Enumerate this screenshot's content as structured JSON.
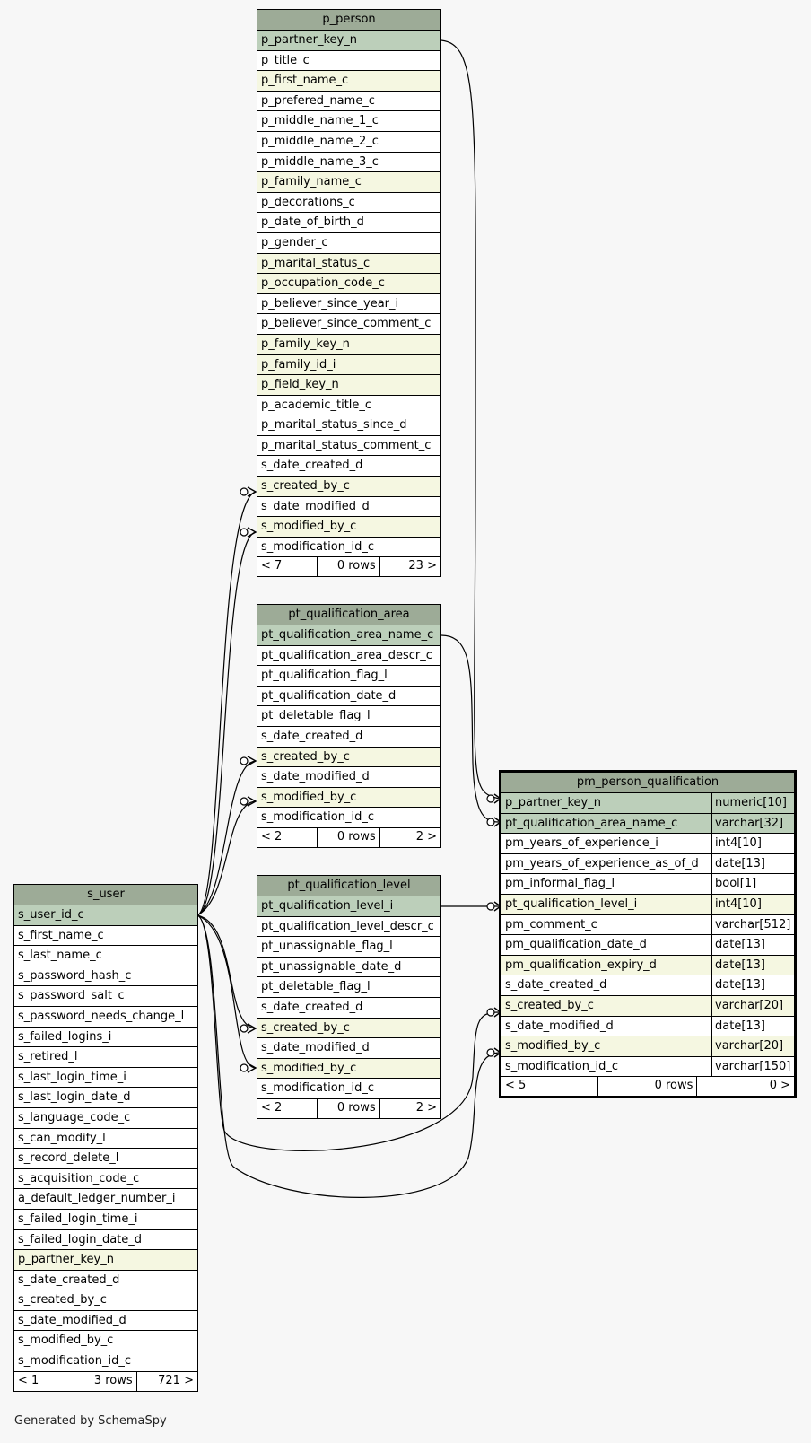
{
  "footer_text": "Generated by SchemaSpy",
  "tables": {
    "p_person": {
      "title": "p_person",
      "rows": [
        {
          "name": "p_partner_key_n",
          "kind": "pk"
        },
        {
          "name": "p_title_c",
          "kind": ""
        },
        {
          "name": "p_first_name_c",
          "kind": "fk"
        },
        {
          "name": "p_prefered_name_c",
          "kind": ""
        },
        {
          "name": "p_middle_name_1_c",
          "kind": ""
        },
        {
          "name": "p_middle_name_2_c",
          "kind": ""
        },
        {
          "name": "p_middle_name_3_c",
          "kind": ""
        },
        {
          "name": "p_family_name_c",
          "kind": "fk"
        },
        {
          "name": "p_decorations_c",
          "kind": ""
        },
        {
          "name": "p_date_of_birth_d",
          "kind": ""
        },
        {
          "name": "p_gender_c",
          "kind": ""
        },
        {
          "name": "p_marital_status_c",
          "kind": "fk"
        },
        {
          "name": "p_occupation_code_c",
          "kind": "fk"
        },
        {
          "name": "p_believer_since_year_i",
          "kind": ""
        },
        {
          "name": "p_believer_since_comment_c",
          "kind": ""
        },
        {
          "name": "p_family_key_n",
          "kind": "fk"
        },
        {
          "name": "p_family_id_i",
          "kind": "fk"
        },
        {
          "name": "p_field_key_n",
          "kind": "fk"
        },
        {
          "name": "p_academic_title_c",
          "kind": ""
        },
        {
          "name": "p_marital_status_since_d",
          "kind": ""
        },
        {
          "name": "p_marital_status_comment_c",
          "kind": ""
        },
        {
          "name": "s_date_created_d",
          "kind": ""
        },
        {
          "name": "s_created_by_c",
          "kind": "fk"
        },
        {
          "name": "s_date_modified_d",
          "kind": ""
        },
        {
          "name": "s_modified_by_c",
          "kind": "fk"
        },
        {
          "name": "s_modification_id_c",
          "kind": ""
        }
      ],
      "footer": [
        "< 7",
        "0 rows",
        "23 >"
      ]
    },
    "pt_qualification_area": {
      "title": "pt_qualification_area",
      "rows": [
        {
          "name": "pt_qualification_area_name_c",
          "kind": "pk"
        },
        {
          "name": "pt_qualification_area_descr_c",
          "kind": ""
        },
        {
          "name": "pt_qualification_flag_l",
          "kind": ""
        },
        {
          "name": "pt_qualification_date_d",
          "kind": ""
        },
        {
          "name": "pt_deletable_flag_l",
          "kind": ""
        },
        {
          "name": "s_date_created_d",
          "kind": ""
        },
        {
          "name": "s_created_by_c",
          "kind": "fk"
        },
        {
          "name": "s_date_modified_d",
          "kind": ""
        },
        {
          "name": "s_modified_by_c",
          "kind": "fk"
        },
        {
          "name": "s_modification_id_c",
          "kind": ""
        }
      ],
      "footer": [
        "< 2",
        "0 rows",
        "2 >"
      ]
    },
    "pt_qualification_level": {
      "title": "pt_qualification_level",
      "rows": [
        {
          "name": "pt_qualification_level_i",
          "kind": "pk"
        },
        {
          "name": "pt_qualification_level_descr_c",
          "kind": ""
        },
        {
          "name": "pt_unassignable_flag_l",
          "kind": ""
        },
        {
          "name": "pt_unassignable_date_d",
          "kind": ""
        },
        {
          "name": "pt_deletable_flag_l",
          "kind": ""
        },
        {
          "name": "s_date_created_d",
          "kind": ""
        },
        {
          "name": "s_created_by_c",
          "kind": "fk"
        },
        {
          "name": "s_date_modified_d",
          "kind": ""
        },
        {
          "name": "s_modified_by_c",
          "kind": "fk"
        },
        {
          "name": "s_modification_id_c",
          "kind": ""
        }
      ],
      "footer": [
        "< 2",
        "0 rows",
        "2 >"
      ]
    },
    "s_user": {
      "title": "s_user",
      "rows": [
        {
          "name": "s_user_id_c",
          "kind": "pk"
        },
        {
          "name": "s_first_name_c",
          "kind": ""
        },
        {
          "name": "s_last_name_c",
          "kind": ""
        },
        {
          "name": "s_password_hash_c",
          "kind": ""
        },
        {
          "name": "s_password_salt_c",
          "kind": ""
        },
        {
          "name": "s_password_needs_change_l",
          "kind": ""
        },
        {
          "name": "s_failed_logins_i",
          "kind": ""
        },
        {
          "name": "s_retired_l",
          "kind": ""
        },
        {
          "name": "s_last_login_time_i",
          "kind": ""
        },
        {
          "name": "s_last_login_date_d",
          "kind": ""
        },
        {
          "name": "s_language_code_c",
          "kind": ""
        },
        {
          "name": "s_can_modify_l",
          "kind": ""
        },
        {
          "name": "s_record_delete_l",
          "kind": ""
        },
        {
          "name": "s_acquisition_code_c",
          "kind": ""
        },
        {
          "name": "a_default_ledger_number_i",
          "kind": ""
        },
        {
          "name": "s_failed_login_time_i",
          "kind": ""
        },
        {
          "name": "s_failed_login_date_d",
          "kind": ""
        },
        {
          "name": "p_partner_key_n",
          "kind": "fk"
        },
        {
          "name": "s_date_created_d",
          "kind": ""
        },
        {
          "name": "s_created_by_c",
          "kind": ""
        },
        {
          "name": "s_date_modified_d",
          "kind": ""
        },
        {
          "name": "s_modified_by_c",
          "kind": ""
        },
        {
          "name": "s_modification_id_c",
          "kind": ""
        }
      ],
      "footer": [
        "< 1",
        "3 rows",
        "721 >"
      ]
    },
    "pm_person_qualification": {
      "title": "pm_person_qualification",
      "rows": [
        {
          "name": "p_partner_key_n",
          "type": "numeric[10]",
          "kind": "pk"
        },
        {
          "name": "pt_qualification_area_name_c",
          "type": "varchar[32]",
          "kind": "pk"
        },
        {
          "name": "pm_years_of_experience_i",
          "type": "int4[10]",
          "kind": ""
        },
        {
          "name": "pm_years_of_experience_as_of_d",
          "type": "date[13]",
          "kind": ""
        },
        {
          "name": "pm_informal_flag_l",
          "type": "bool[1]",
          "kind": ""
        },
        {
          "name": "pt_qualification_level_i",
          "type": "int4[10]",
          "kind": "fk"
        },
        {
          "name": "pm_comment_c",
          "type": "varchar[512]",
          "kind": ""
        },
        {
          "name": "pm_qualification_date_d",
          "type": "date[13]",
          "kind": ""
        },
        {
          "name": "pm_qualification_expiry_d",
          "type": "date[13]",
          "kind": "fk"
        },
        {
          "name": "s_date_created_d",
          "type": "date[13]",
          "kind": ""
        },
        {
          "name": "s_created_by_c",
          "type": "varchar[20]",
          "kind": "fk"
        },
        {
          "name": "s_date_modified_d",
          "type": "date[13]",
          "kind": ""
        },
        {
          "name": "s_modified_by_c",
          "type": "varchar[20]",
          "kind": "fk"
        },
        {
          "name": "s_modification_id_c",
          "type": "varchar[150]",
          "kind": ""
        }
      ],
      "footer": [
        "< 5",
        "0 rows",
        "0 >"
      ]
    }
  }
}
